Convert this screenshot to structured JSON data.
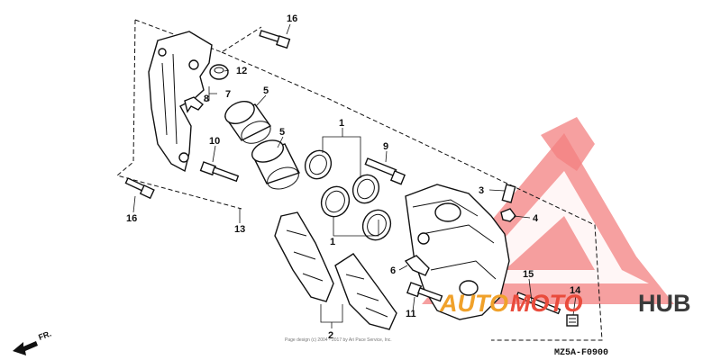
{
  "diagram": {
    "catalog_code": "MZ5A-F0900",
    "copyright": "Page design (c) 2004 - 2017 by Ari Pace Service, Inc.",
    "direction": "FR.",
    "callouts": {
      "c1a": "1",
      "c1b": "1",
      "c2": "2",
      "c3": "3",
      "c4": "4",
      "c5a": "5",
      "c5b": "5",
      "c6": "6",
      "c7": "7",
      "c8": "8",
      "c9": "9",
      "c10": "10",
      "c11": "11",
      "c12": "12",
      "c13": "13",
      "c14": "14",
      "c15": "15",
      "c16a": "16",
      "c16b": "16"
    }
  },
  "watermark": {
    "part1": "AUTO",
    "part2": "MOTO",
    "part3": "HUB",
    "colors": {
      "logo_red": "#f26b6b",
      "auto": "#f0a12a",
      "moto": "#e94b3c",
      "hub": "#3a3a3a"
    }
  }
}
